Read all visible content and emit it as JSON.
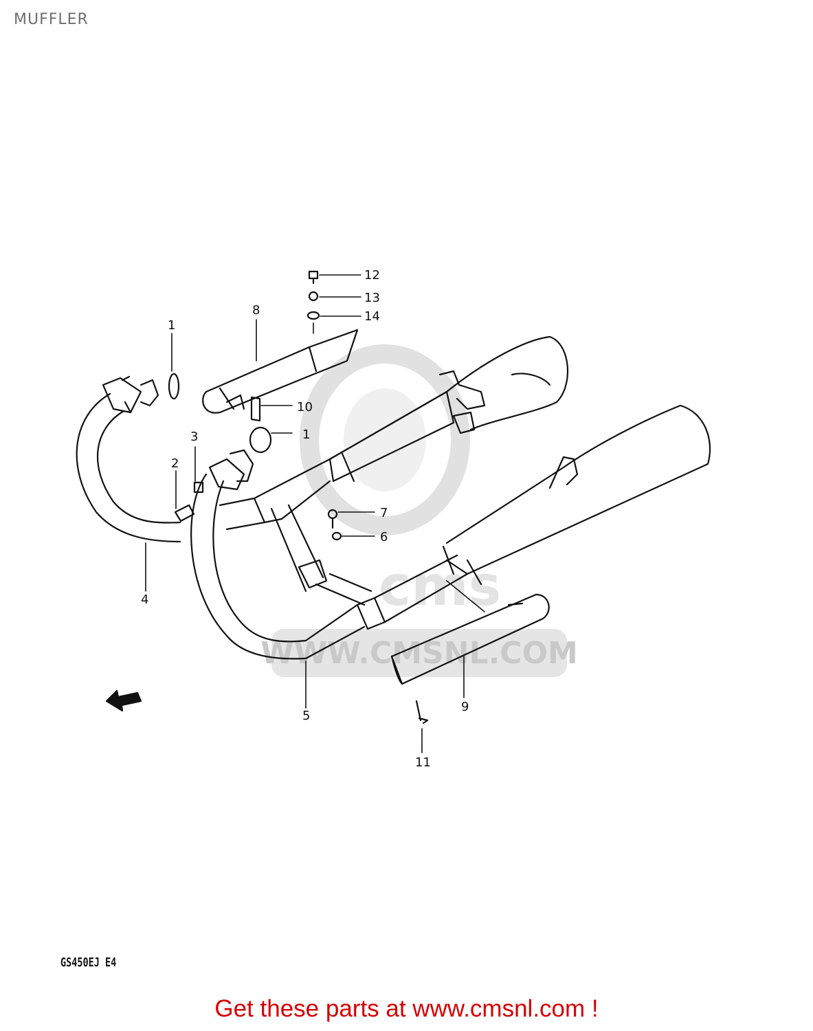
{
  "title": "MUFFLER",
  "model_code": "GS450EJ E4",
  "footer_link": "Get these parts at www.cmsnl.com !",
  "watermark": "WWW.CMSNL.COM",
  "callouts": [
    "12",
    "13",
    "14",
    "8",
    "1",
    "10",
    "1",
    "3",
    "2",
    "7",
    "6",
    "4",
    "5",
    "9",
    "11"
  ],
  "colors": {
    "line": "#111111",
    "footer": "#d40000",
    "watermark": "#d9d9d9"
  }
}
